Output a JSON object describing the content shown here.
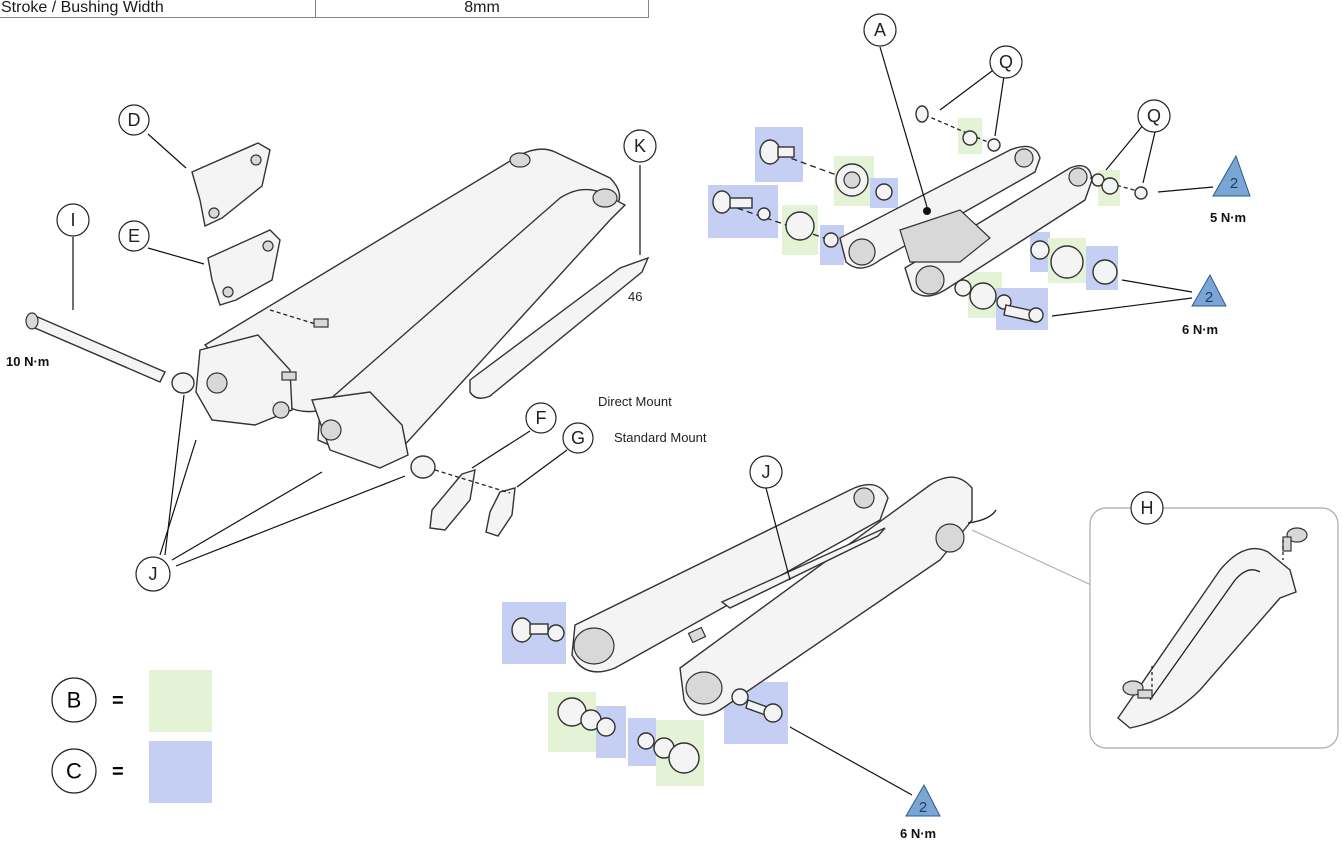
{
  "spec": {
    "label": "Stroke / Bushing Width",
    "value": "8mm"
  },
  "callouts": {
    "A": "A",
    "B": "B",
    "C": "C",
    "D": "D",
    "E": "E",
    "F": "F",
    "G": "G",
    "H": "H",
    "I": "I",
    "J": "J",
    "K": "K",
    "Q": "Q"
  },
  "torques": {
    "axle": "10 N·m",
    "rocker_top": "5 N·m",
    "rocker_bottom": "6 N·m",
    "pivot_bottom": "6 N·m"
  },
  "torque_step": "2",
  "part_number": "46",
  "mount_labels": {
    "direct": "Direct Mount",
    "standard": "Standard Mount"
  },
  "legend": {
    "b_letter": "B",
    "c_letter": "C",
    "equals": "=",
    "b_color": "#e4f2d6",
    "c_color": "#c5cff3"
  }
}
